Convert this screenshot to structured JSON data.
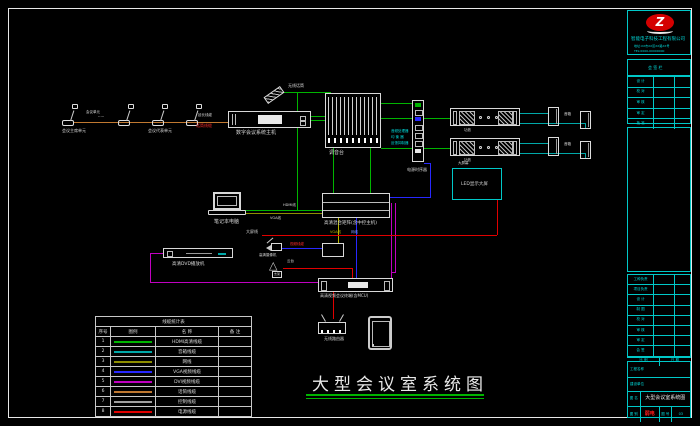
{
  "colors": {
    "bg": "#000000",
    "frame_white": "#e8e8e8",
    "titleblock_cyan": "#00c8c8",
    "logo_red": "#d40000",
    "wire_green": "#00b400",
    "wire_cyan": "#00a8a8",
    "wire_olive": "#8f8f00",
    "wire_blue": "#2828ff",
    "wire_magenta": "#c000c0",
    "wire_tan": "#c07830",
    "wire_gray": "#a0a0a0",
    "wire_red": "#e00000"
  },
  "logo": {
    "letter": "Z",
    "company": "智能电子科技工程有限公司",
    "line2": "地址:XX市XX区XX路XX号",
    "line3": "TEL:0000-00000000"
  },
  "diagram": {
    "chairman_unit": "会议主席单元",
    "chain_dots": "·····",
    "chain_note": "会议单元",
    "delegate_unit": "会议代表单元",
    "mic_cable": "话筒线缆",
    "ext_note": "延长线缆",
    "wireless_mic": "无线话筒",
    "host": "数字会议系统主机",
    "mixer": "调音台",
    "dsp": [
      "音频处理器",
      "均 衡 器",
      "反馈抑制器"
    ],
    "sequencer": "电源时序器",
    "amp1": "功放",
    "amp2": "功放",
    "speaker1": "音箱",
    "speaker2": "音箱",
    "laptop": "笔记本电脑",
    "hdmi_note": "HDMI线",
    "vga_note": "VGA线",
    "screen_cable": "大屏线",
    "matrix": "高清混合矩阵(含中控主机)",
    "vga_tag": "VGA线",
    "net_tag": "网线",
    "display_top": "大屏幕",
    "display": "LED显示大屏",
    "dvd": "高清DVD播放机",
    "video_cable": "视频线缆",
    "camera": "高清摄像机",
    "pantilt": "云台",
    "mount": "支架",
    "terminal": "高清视频会议终端(含MCU)",
    "router": "无线路由器"
  },
  "legend": {
    "title": "线缆统计表",
    "headers": [
      "序号",
      "图例",
      "名 称",
      "备 注"
    ],
    "rows": [
      {
        "no": "1",
        "color": "#00b400",
        "desc": "HDMI高清线缆",
        "remark": ""
      },
      {
        "no": "2",
        "color": "#00a8a8",
        "desc": "音箱线缆",
        "remark": ""
      },
      {
        "no": "3",
        "color": "#8f8f00",
        "desc": "网线",
        "remark": ""
      },
      {
        "no": "4",
        "color": "#2828ff",
        "desc": "VGA视频线缆",
        "remark": ""
      },
      {
        "no": "5",
        "color": "#c000c0",
        "desc": "DVI视频线缆",
        "remark": ""
      },
      {
        "no": "6",
        "color": "#c07830",
        "desc": "话筒线缆",
        "remark": ""
      },
      {
        "no": "7",
        "color": "#a0a0a0",
        "desc": "控制线缆",
        "remark": ""
      },
      {
        "no": "8",
        "color": "#e00000",
        "desc": "电源线缆",
        "remark": ""
      }
    ]
  },
  "main_title": "大型会议室系统图",
  "titleblock": {
    "sign_box": "会 签 栏",
    "approve_rows": [
      "设 计",
      "校 对",
      "审 核",
      "审 定",
      "批 准"
    ],
    "staff_rows": [
      "工种负责",
      "项目负责",
      "设 计",
      "制 图",
      "校 对",
      "审 核",
      "审 定",
      "会 签"
    ],
    "scale_label": "比 例",
    "date_label": "日 期",
    "project_label": "工程名称",
    "owner_label": "建设单位",
    "drawing_label": "图 名",
    "drawing_name": "大型会议室系统图",
    "class_label": "图 别",
    "class_value": "弱电",
    "no_label": "图 号",
    "no_value": "03"
  }
}
